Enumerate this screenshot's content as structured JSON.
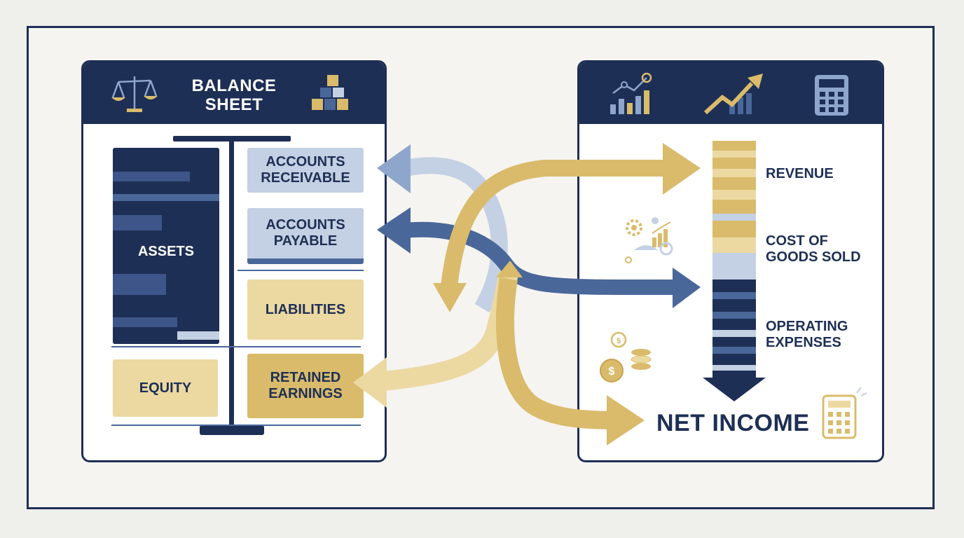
{
  "balance_sheet": {
    "title": "BALANCE\nSHEET",
    "assets_label": "ASSETS",
    "equity_label": "EQUITY",
    "accounts_receivable_label": "ACCOUNTS\nRECEIVABLE",
    "accounts_payable_label": "ACCOUNTS\nPAYABLE",
    "liabilities_label": "LIABILITIES",
    "retained_earnings_label": "RETAINED\nEARNINGS"
  },
  "income_statement": {
    "revenue_label": "REVENUE",
    "cogs_label": "COST OF\nGOODS SOLD",
    "opex_label": "OPERATING\nEXPENSES",
    "net_income_label": "NET INCOME"
  },
  "colors": {
    "navy": "#1e2f55",
    "gold": "#d9bb6b",
    "pale_gold": "#ecd9a2",
    "light_blue": "#c4d0e3",
    "steel_blue": "#4a6799",
    "white": "#ffffff"
  },
  "icons": [
    "scales-icon",
    "stacked-blocks-icon",
    "bar-line-chart-icon",
    "rising-trend-icon",
    "calculator-icon",
    "gear-chart-icon",
    "coins-icon",
    "calculator-small-icon"
  ]
}
